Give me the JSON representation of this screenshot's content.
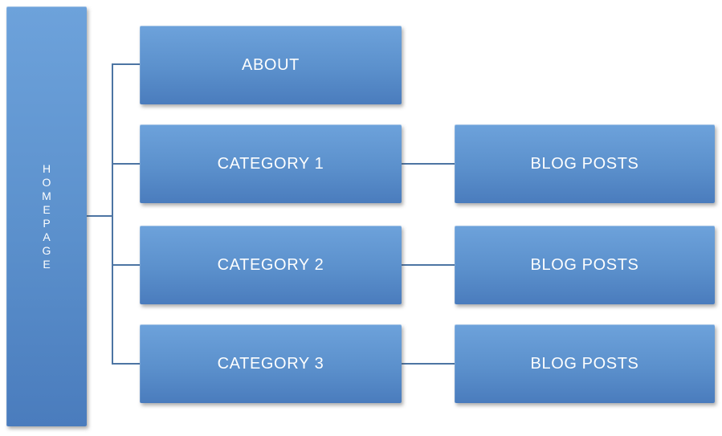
{
  "page": {
    "background": "#FFFFFF"
  },
  "colors": {
    "page_bg": "#FFFFFF",
    "box_top": "#6DA2DB",
    "box_mid": "#5B90CC",
    "box_bottom": "#4A7CBD",
    "connector": "#4D75A3",
    "label_text": "#FDFEFE"
  },
  "diagram": {
    "type": "site-hierarchy",
    "root": {
      "label": "HOMEPAGE"
    },
    "level1": [
      {
        "label": "ABOUT"
      },
      {
        "label": "CATEGORY 1",
        "child": {
          "label": "BLOG POSTS"
        }
      },
      {
        "label": "CATEGORY 2",
        "child": {
          "label": "BLOG POSTS"
        }
      },
      {
        "label": "CATEGORY 3",
        "child": {
          "label": "BLOG POSTS"
        }
      }
    ]
  }
}
